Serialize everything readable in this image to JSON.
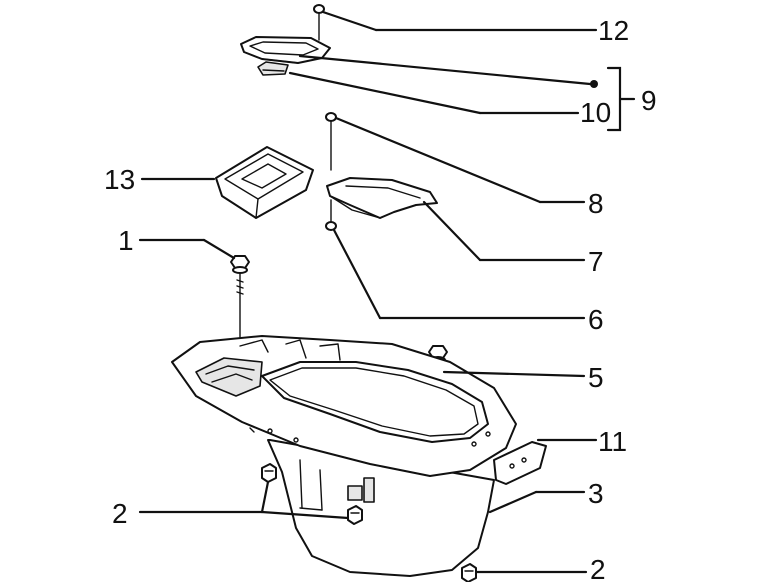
{
  "callouts": [
    {
      "id": "c12",
      "label": "12"
    },
    {
      "id": "c9",
      "label": "9"
    },
    {
      "id": "c10",
      "label": "10"
    },
    {
      "id": "c8",
      "label": "8"
    },
    {
      "id": "c13",
      "label": "13"
    },
    {
      "id": "c1",
      "label": "1"
    },
    {
      "id": "c7",
      "label": "7"
    },
    {
      "id": "c6",
      "label": "6"
    },
    {
      "id": "c5",
      "label": "5"
    },
    {
      "id": "c11",
      "label": "11"
    },
    {
      "id": "c3",
      "label": "3"
    },
    {
      "id": "c2a",
      "label": "2"
    },
    {
      "id": "c2b",
      "label": "2"
    }
  ]
}
